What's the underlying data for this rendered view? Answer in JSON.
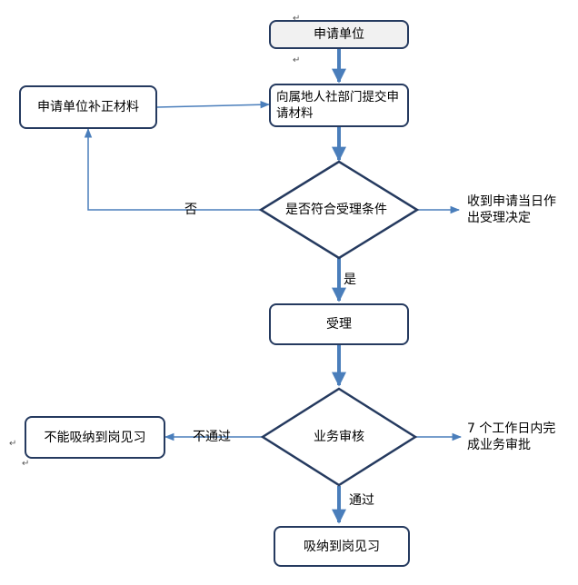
{
  "flowchart": {
    "start": "申请单位",
    "submit": "向属地人社部门提交申请材料",
    "supplement": "申请单位补正材料",
    "decision_condition": "是否符合受理条件",
    "accept": "受理",
    "decision_review": "业务审核",
    "reject": "不能吸纳到岗见习",
    "approve": "吸纳到岗见习"
  },
  "edge_labels": {
    "no": "否",
    "yes": "是",
    "fail": "不通过",
    "pass": "通过"
  },
  "notes": {
    "accept_decision": "收到申请当日作出受理决定",
    "review_time": "7 个工作日内完成业务审批"
  },
  "colors": {
    "box_border": "#253a5f",
    "main_arrow": "#4a7ebb",
    "start_fill": "#f1f1f1"
  }
}
